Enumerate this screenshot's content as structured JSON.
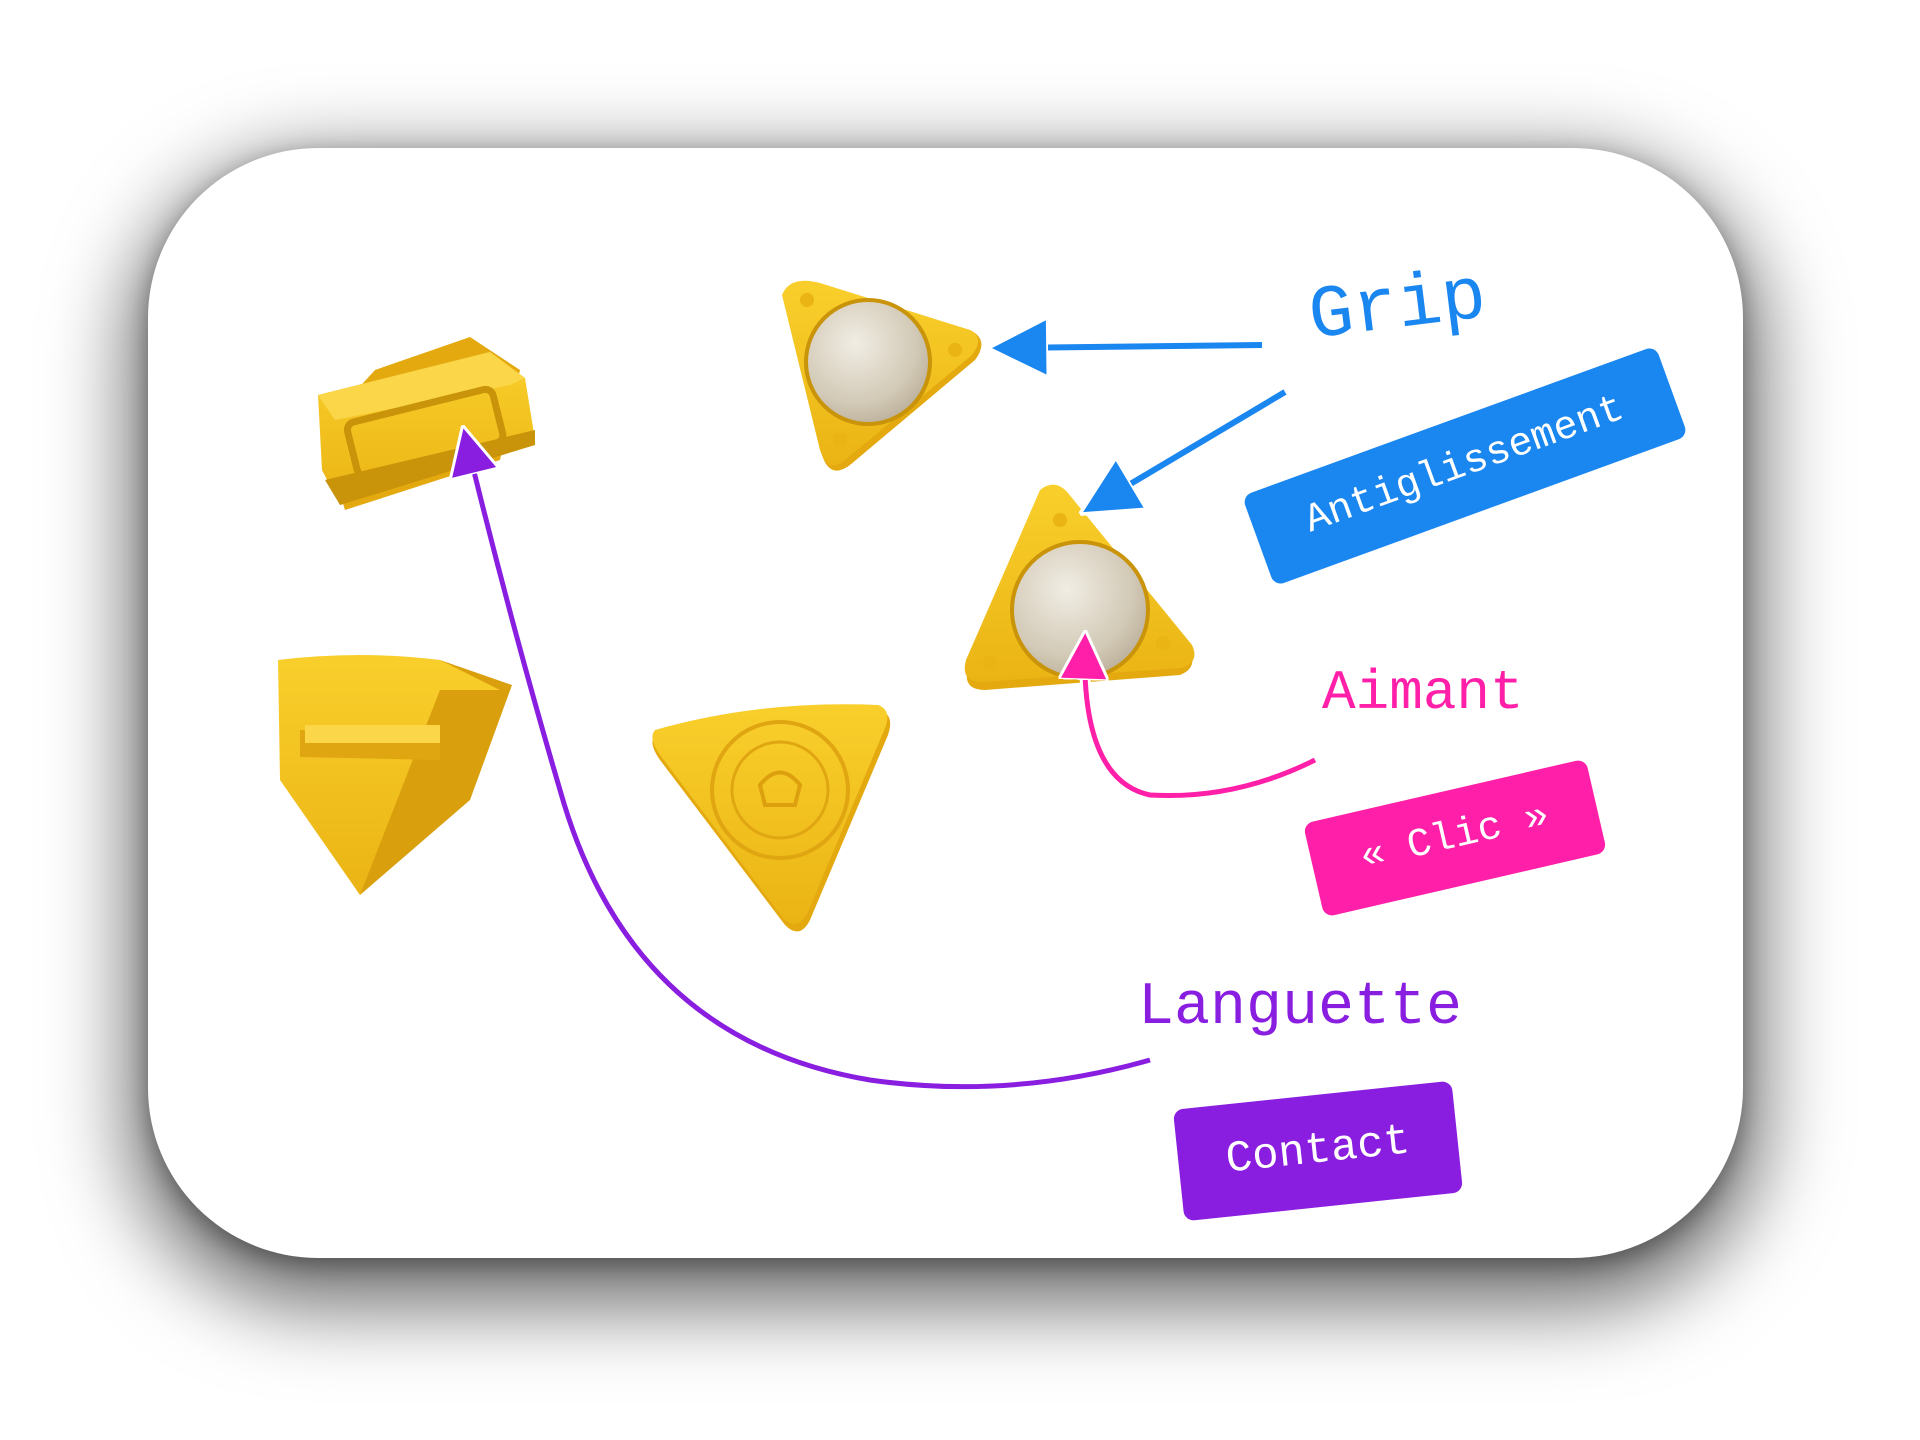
{
  "colors": {
    "grip": "#1a86f0",
    "aimant": "#ff1fa8",
    "languette": "#8a1ee0",
    "plastic": "#f6c21c",
    "plastic_dark": "#d9a10c",
    "magnet": "#d8d0c0"
  },
  "annotations": [
    {
      "title": "Grip",
      "tag": "Antiglissement"
    },
    {
      "title": "Aimant",
      "tag": "« Clic »"
    },
    {
      "title": "Languette",
      "tag": "Contact"
    }
  ]
}
